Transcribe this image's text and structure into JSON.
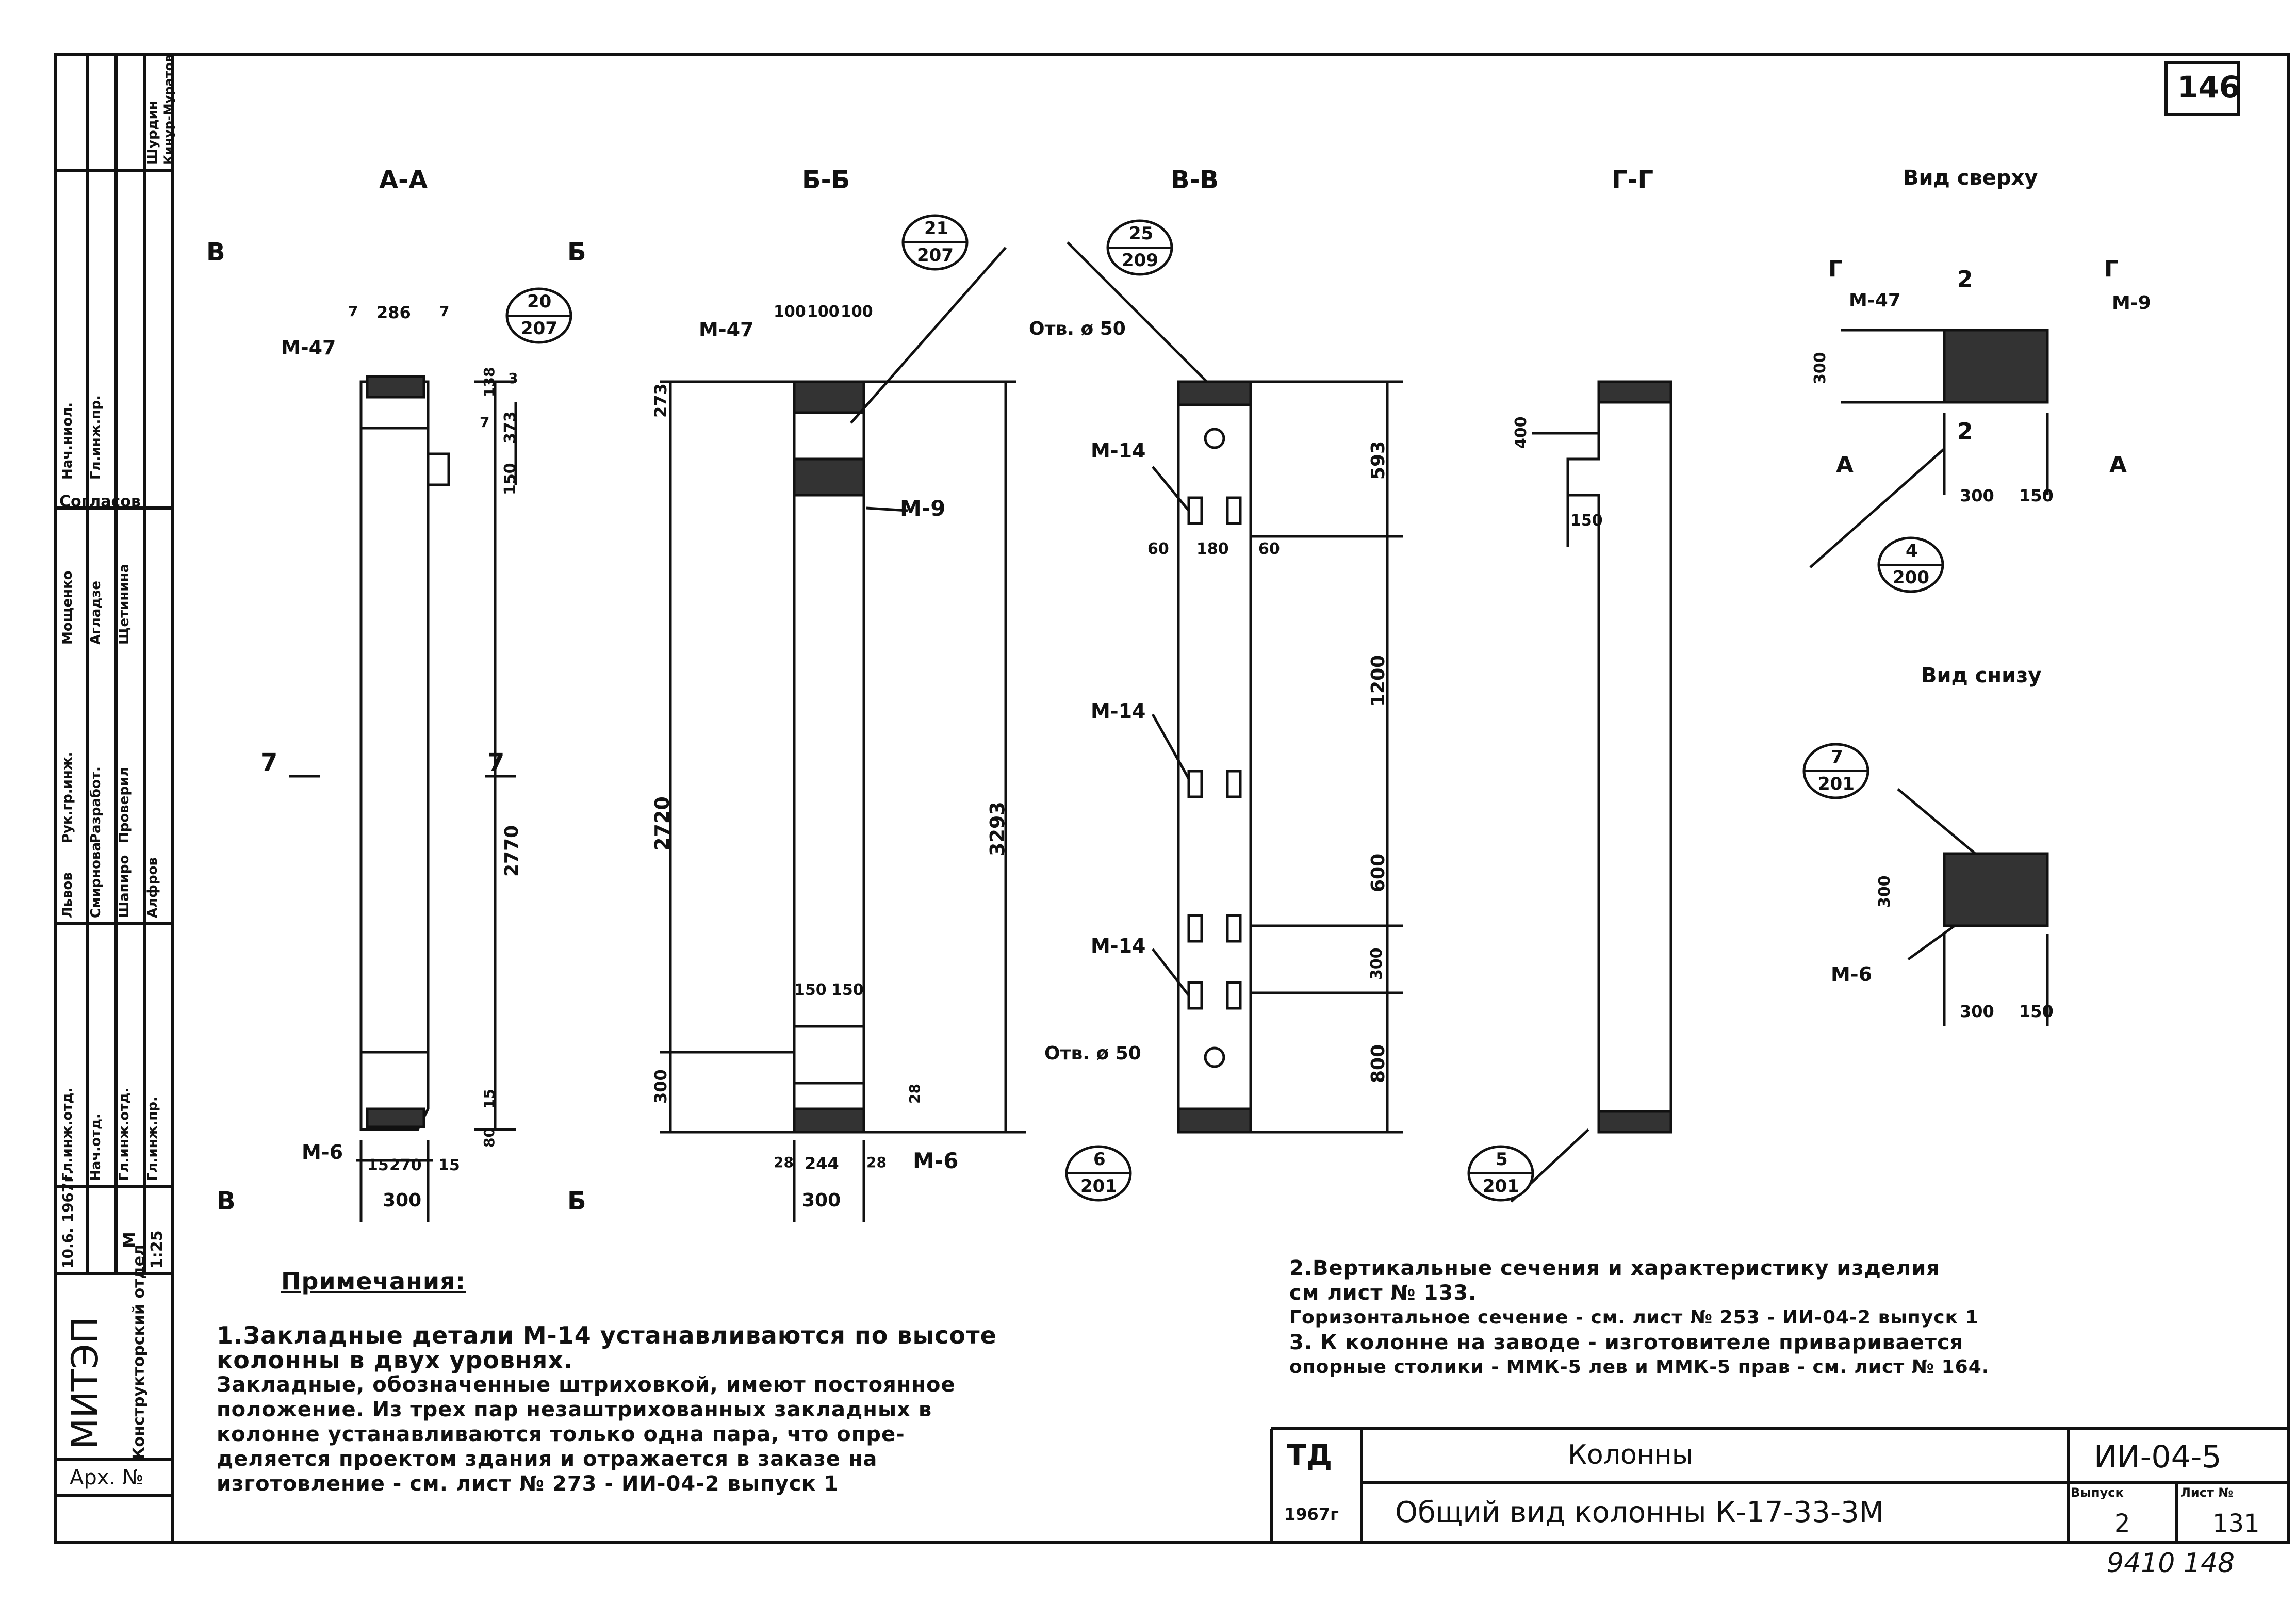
{
  "sheet_number": "146",
  "stamp_bottom": "9410 148",
  "sections": {
    "aa": "А-А",
    "bb": "Б-Б",
    "vv": "В-В",
    "gg": "Г-Г",
    "top_view": "Вид сверху",
    "bottom_view": "Вид снизу"
  },
  "markers": {
    "v": "В",
    "b": "Б",
    "seven": "7",
    "g": "Г",
    "two": "2",
    "a": "А"
  },
  "callouts": {
    "c20": {
      "top": "20",
      "bottom": "207"
    },
    "c21": {
      "top": "21",
      "bottom": "207"
    },
    "c25": {
      "top": "25",
      "bottom": "209"
    },
    "c4": {
      "top": "4",
      "bottom": "200"
    },
    "c7": {
      "top": "7",
      "bottom": "201"
    },
    "c6": {
      "top": "6",
      "bottom": "201"
    },
    "c5": {
      "top": "5",
      "bottom": "201"
    }
  },
  "parts": {
    "m47": "М-47",
    "m9": "М-9",
    "m6": "М-6",
    "m14": "М-14",
    "hole50": "Отв. ø 50"
  },
  "dims_aa": {
    "w7a": "7",
    "w286": "286",
    "w7b": "7",
    "h138": "138",
    "h3": "3",
    "h7": "7",
    "h373": "373",
    "h150": "150",
    "h2770": "2770",
    "h15": "15",
    "h80": "80",
    "b15a": "15",
    "b270": "270",
    "b15b": "15",
    "b300": "300"
  },
  "dims_bb": {
    "t100a": "100",
    "t100b": "100",
    "t100c": "100",
    "h273": "273",
    "h2720": "2720",
    "h3293": "3293",
    "h300": "300",
    "s150a": "150",
    "s150b": "150",
    "h28": "28",
    "b28a": "28",
    "b244": "244",
    "b28b": "28",
    "b300": "300"
  },
  "dims_vv": {
    "h593": "593",
    "d60a": "60",
    "d180": "180",
    "d60b": "60",
    "h1200": "1200",
    "h600": "600",
    "h300": "300",
    "h800": "800"
  },
  "dims_gg": {
    "h400": "400",
    "h150": "150"
  },
  "dims_top": {
    "h300": "300",
    "w300": "300",
    "w150": "150"
  },
  "dims_bottom": {
    "h300": "300",
    "w300": "300",
    "w150": "150"
  },
  "notes": {
    "heading": "Примечания:",
    "n1_line1": "1.Закладные детали М-14 устанавливаются по высоте",
    "n1_line2": "колонны в двух уровнях.",
    "n1_line3": "Закладные, обозначенные штриховкой, имеют постоянное",
    "n1_line4": "положение. Из трех пар незаштрихованных закладных в",
    "n1_line5": "колонне устанавливаются только одна пара, что опре-",
    "n1_line6": "деляется проектом здания и отражается в заказе на",
    "n1_line7": "изготовление - см. лист № 273 - ИИ-04-2 выпуск 1",
    "n2_line1": "2.Вертикальные сечения и характеристику изделия",
    "n2_line2": "см лист № 133.",
    "n2_line3": "Горизонтальное сечение - см. лист № 253 - ИИ-04-2 выпуск 1",
    "n3_line1": "3. К колонне на заводе - изготовителе приваривается",
    "n3_line2": "опорные столики - ММК-5 лев и ММК-5 прав - см. лист № 164."
  },
  "title_block": {
    "td": "ТД",
    "year": "1967г",
    "title": "Колонны",
    "subtitle": "Общий вид колонны К-17-33-3М",
    "code": "ИИ-04-5",
    "issue_label": "Выпуск",
    "issue_value": "2",
    "sheet_label": "Лист №",
    "sheet_value": "131"
  },
  "side_stamp": {
    "org": "МИТЭП",
    "dept": "Конструкторский отдел",
    "arch": "Арх. №",
    "date": "10.6. 1967г.",
    "scale_m": "М",
    "scale": "1:25",
    "roles": [
      "Гл.инж.отд.",
      "Нач.отд.",
      "Гл.инж.отд.",
      "Гл.инж.пр.",
      "Рук.гр.инж.",
      "Разработ.",
      "Проверил",
      "Нач.ниол.",
      "Гл.инж.пр."
    ],
    "names": [
      "Львов",
      "Смирнова",
      "Шапиро",
      "Алфров",
      "Мощенко",
      "Агладзе",
      "Щетинина",
      "Шурдин",
      "Кинур-Муратов"
    ],
    "agreed": "Согласов"
  }
}
